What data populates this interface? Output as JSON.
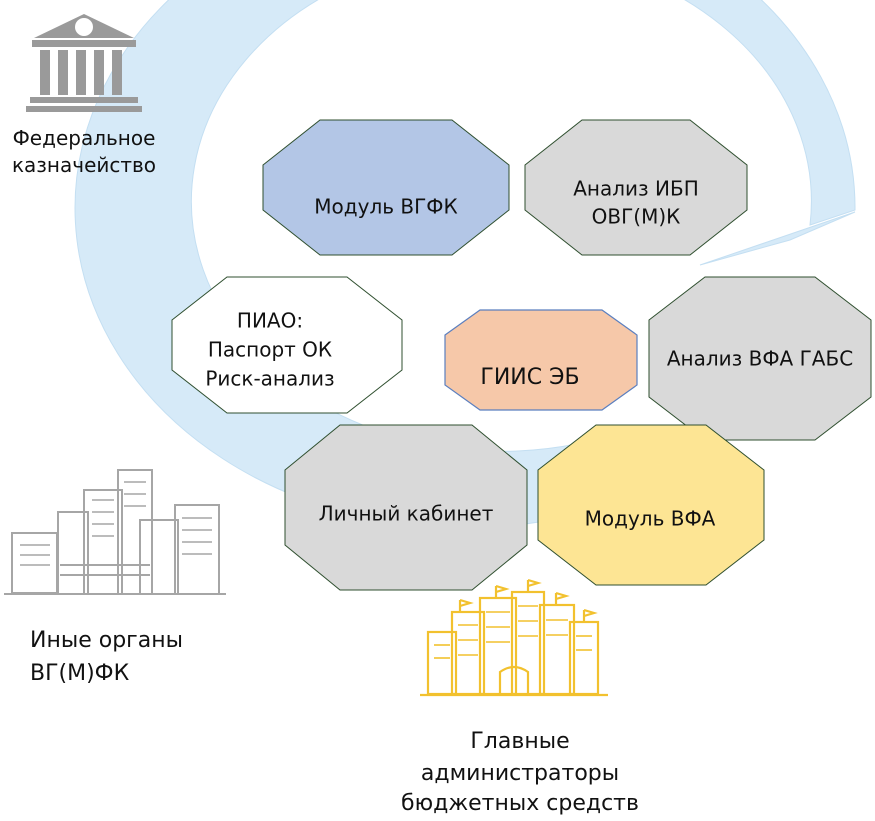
{
  "title": "",
  "center": {
    "label": "ГИИС ЭБ",
    "fill": "#f6c8a9",
    "stroke": "#5b7fbf"
  },
  "modules": [
    {
      "id": "vgfk",
      "lines": [
        "Модуль ВГФК"
      ],
      "fill": "#b3c6e6",
      "stroke": "#2f4f2f"
    },
    {
      "id": "ibp",
      "lines": [
        "Анализ ИБП",
        "ОВГ(М)К"
      ],
      "fill": "#d9d9d9",
      "stroke": "#2f4f2f"
    },
    {
      "id": "piao",
      "lines": [
        "ПИАО:",
        "Паспорт ОК",
        "Риск-анализ"
      ],
      "fill": "#ffffff",
      "stroke": "#2f4f2f"
    },
    {
      "id": "vfa-gabs",
      "lines": [
        "Анализ ВФА ГАБС"
      ],
      "fill": "#d9d9d9",
      "stroke": "#2f4f2f"
    },
    {
      "id": "cabinet",
      "lines": [
        "Личный кабинет"
      ],
      "fill": "#d9d9d9",
      "stroke": "#2f4f2f"
    },
    {
      "id": "vfa",
      "lines": [
        "Модуль ВФА"
      ],
      "fill": "#fde594",
      "stroke": "#2f4f2f"
    }
  ],
  "participants": {
    "treasury": {
      "lines": [
        "Федеральное",
        "казначейство"
      ],
      "icon": "government-building-icon",
      "color": "#9a9a9a"
    },
    "other_bodies": {
      "lines": [
        "Иные органы",
        "ВГ(М)ФК"
      ],
      "icon": "city-buildings-icon",
      "color": "#a6a6a6"
    },
    "main_admins": {
      "lines": [
        "Главные",
        "администраторы",
        "бюджетных средств"
      ],
      "icon": "city-flags-icon",
      "color": "#f2c12e"
    }
  },
  "cycle_arrow_color": "#d6eaf8"
}
